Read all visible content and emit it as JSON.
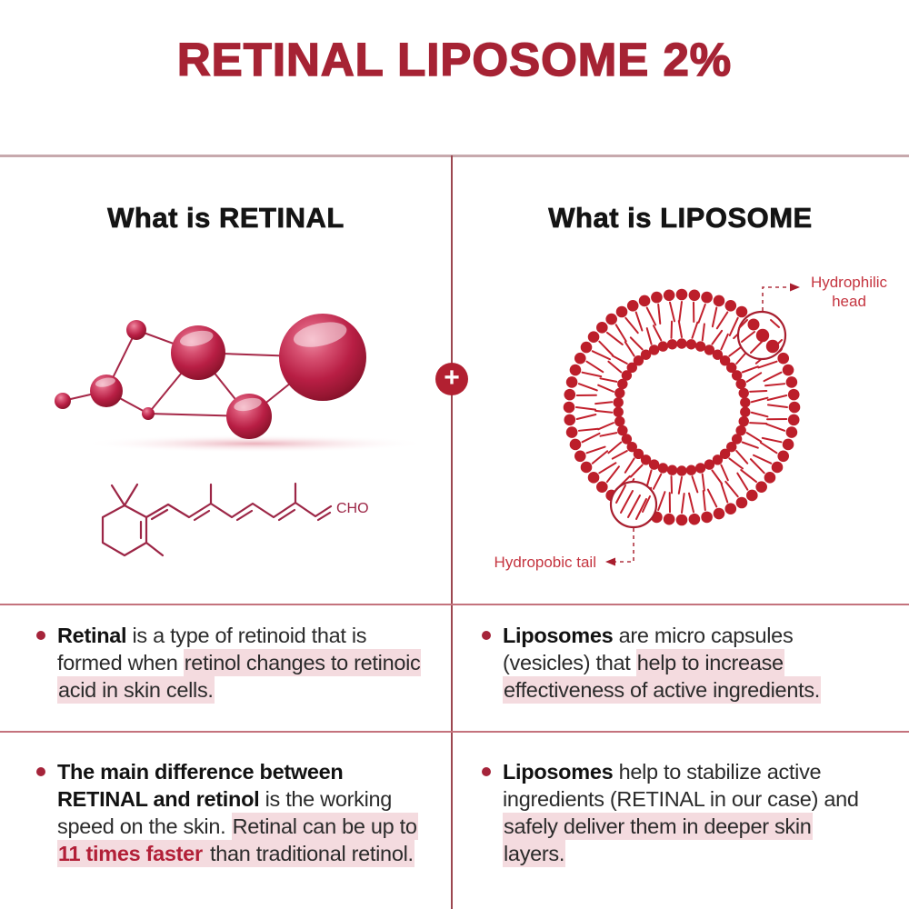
{
  "title": "RETINAL LIPOSOME 2%",
  "plus": "+",
  "colors": {
    "title_red": "#a62334",
    "graphic_red": "#c2202c",
    "dot_red": "#bc1e2a",
    "outline_red": "#a81e2e",
    "dash_red": "#b03440",
    "accent_red": "#b22031",
    "highlight_pink": "#f4dbdf",
    "structure_red": "#9c2646",
    "link_red": "#a52747"
  },
  "left_panel": {
    "heading": "What is RETINAL",
    "molecule_label": "CHO",
    "bullets": [
      {
        "segments": [
          {
            "text": "Retinal",
            "style": "bold"
          },
          {
            "text": " is a type of retinoid that is formed when ",
            "style": "normal"
          },
          {
            "text": "retinol changes to retinoic acid in skin cells.",
            "style": "highlight"
          }
        ]
      },
      {
        "segments": [
          {
            "text": "The main difference between RETINAL and retinol",
            "style": "bold"
          },
          {
            "text": " is the working speed  on the skin. ",
            "style": "normal"
          },
          {
            "text": "Retinal can be up to ",
            "style": "highlight"
          },
          {
            "text": "11 times faster",
            "style": "bold-red-highlight"
          },
          {
            "text": " than traditional retinol.",
            "style": "highlight"
          }
        ]
      }
    ]
  },
  "right_panel": {
    "heading": "What is LIPOSOME",
    "labels": {
      "hydrophilic_head": "Hydrophilic head",
      "hydrophobic_tail": "Hydropobic tail"
    },
    "bullets": [
      {
        "segments": [
          {
            "text": "Liposomes",
            "style": "bold"
          },
          {
            "text": " are micro capsules (vesicles) that ",
            "style": "normal"
          },
          {
            "text": "help to increase effectiveness of active ingredients.",
            "style": "highlight"
          }
        ]
      },
      {
        "segments": [
          {
            "text": "Liposomes",
            "style": "bold"
          },
          {
            "text": " help to stabilize active ingredients (RETINAL in our case) and ",
            "style": "normal"
          },
          {
            "text": "safely deliver them in deeper skin layers.",
            "style": "highlight"
          }
        ]
      }
    ]
  }
}
